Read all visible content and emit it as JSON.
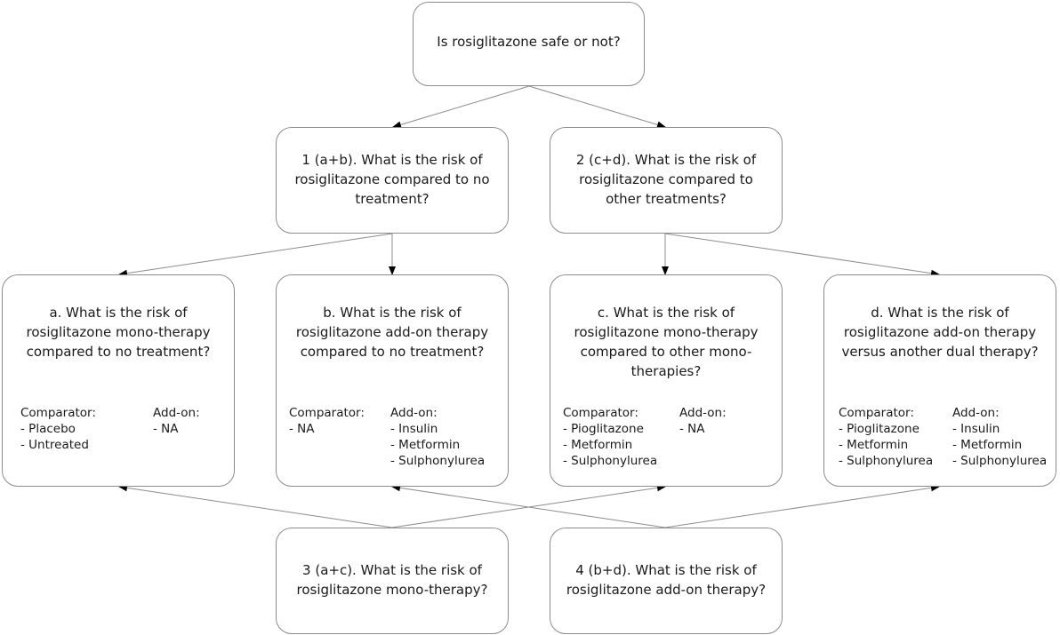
{
  "root": {
    "question": "Is rosiglitazone safe or not?"
  },
  "q1": {
    "question": "1 (a+b). What is the risk of rosiglitazone compared to no treatment?"
  },
  "q2": {
    "question": "2 (c+d). What is the risk of rosiglitazone compared to other treatments?"
  },
  "qa": {
    "question": "a. What is the risk of rosiglitazone mono-therapy compared to no treatment?",
    "comparator_label": "Comparator:",
    "comparators": [
      "Placebo",
      "Untreated"
    ],
    "addon_label": "Add-on:",
    "addons": [
      "NA"
    ]
  },
  "qb": {
    "question": "b. What is the risk of rosiglitazone add-on therapy compared to no treatment?",
    "comparator_label": "Comparator:",
    "comparators": [
      "NA"
    ],
    "addon_label": "Add-on:",
    "addons": [
      "Insulin",
      "Metformin",
      "Sulphonylurea"
    ]
  },
  "qc": {
    "question": "c. What is the risk of rosiglitazone mono-therapy compared to other mono-therapies?",
    "comparator_label": "Comparator:",
    "comparators": [
      "Pioglitazone",
      "Metformin",
      "Sulphonylurea"
    ],
    "addon_label": "Add-on:",
    "addons": [
      "NA"
    ]
  },
  "qd": {
    "question": "d. What is the risk of rosiglitazone add-on therapy versus another dual therapy?",
    "comparator_label": "Comparator:",
    "comparators": [
      "Pioglitazone",
      "Metformin",
      "Sulphonylurea"
    ],
    "addon_label": "Add-on:",
    "addons": [
      "Insulin",
      "Metformin",
      "Sulphonylurea"
    ]
  },
  "q3": {
    "question": "3 (a+c). What is the risk of rosiglitazone mono-therapy?"
  },
  "q4": {
    "question": "4 (b+d). What is the risk of rosiglitazone add-on therapy?"
  }
}
